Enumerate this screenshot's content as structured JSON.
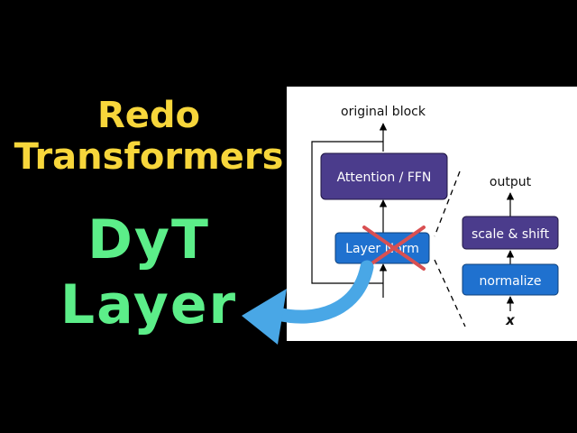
{
  "thumbnail": {
    "title_line1": "Redo",
    "title_line2": "Transformers",
    "subtitle_line1": "DyT",
    "subtitle_line2": "Layer",
    "title_color": "#f7d63b",
    "subtitle_color": "#5cee89",
    "arrow_color": "#49a7e6"
  },
  "diagram": {
    "original_block_label": "original block",
    "attention_label": "Attention / FFN",
    "layernorm_label": "Layer Norm",
    "output_label": "output",
    "scale_shift_label": "scale & shift",
    "normalize_label": "normalize",
    "input_label": "x",
    "colors": {
      "purple": "#4b3c8c",
      "blue": "#1f71cf",
      "cross": "#d95052"
    }
  }
}
